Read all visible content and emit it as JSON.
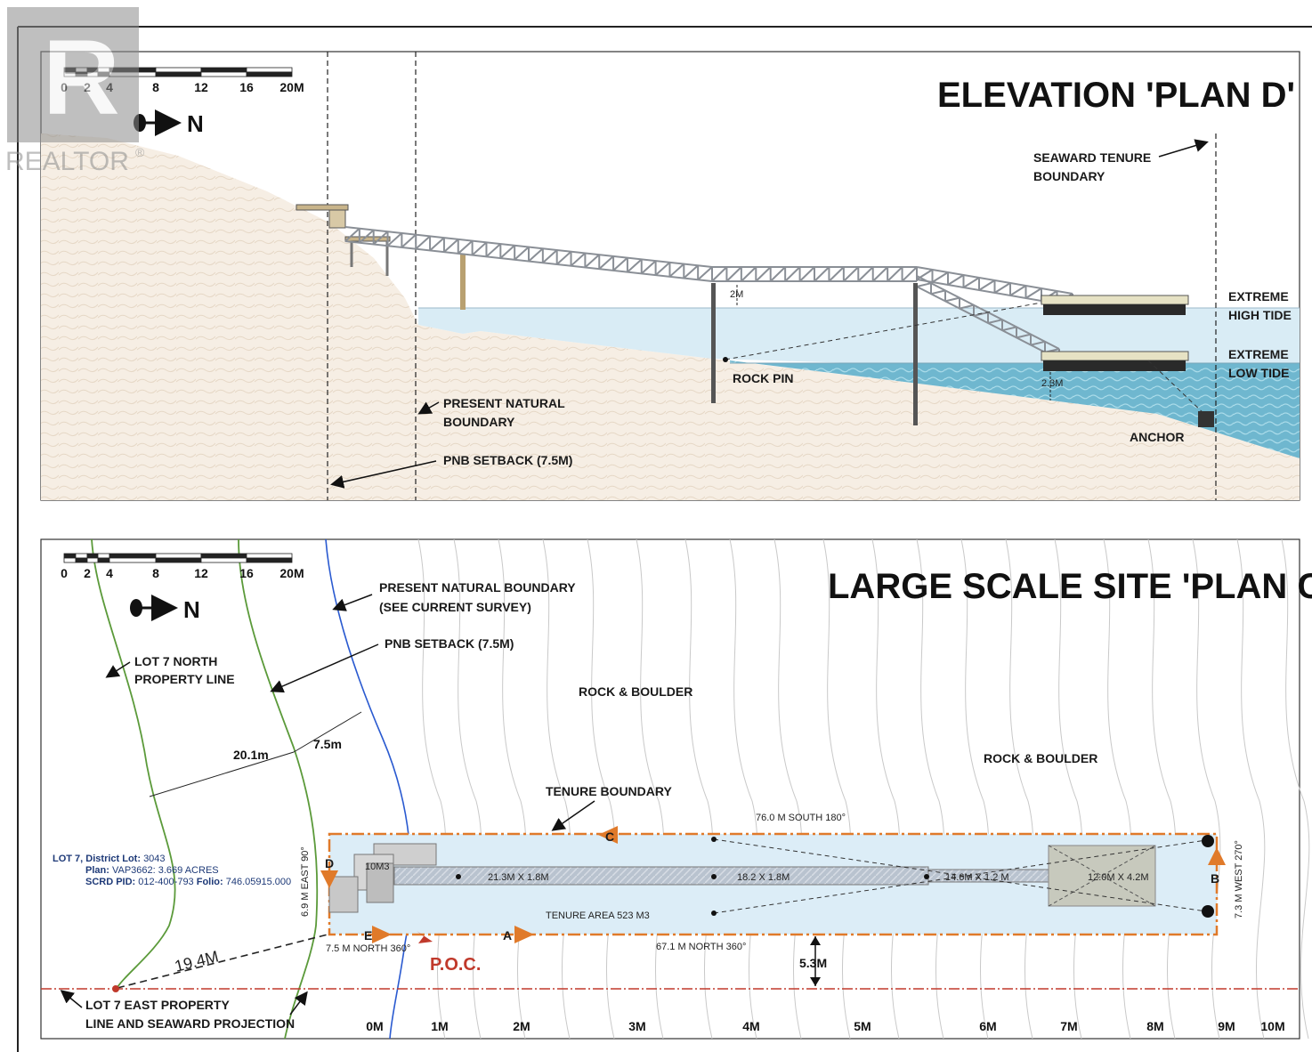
{
  "watermark": {
    "text": "REALTOR",
    "reg": "®"
  },
  "elevation": {
    "title": "ELEVATION 'PLAN D'",
    "scale_ticks": [
      "0",
      "2",
      "4",
      "8",
      "12",
      "16",
      "20M"
    ],
    "north": "N",
    "labels": {
      "seaward_1": "SEAWARD TENURE",
      "seaward_2": "BOUNDARY",
      "eht_1": "EXTREME",
      "eht_2": "HIGH TIDE",
      "elt_1": "EXTREME",
      "elt_2": "LOW TIDE",
      "rock_pin": "ROCK PIN",
      "anchor": "ANCHOR",
      "pnb_1": "PRESENT NATURAL",
      "pnb_2": "BOUNDARY",
      "setback": "PNB SETBACK (7.5M)",
      "dim_2m": "2M",
      "dim_23m": "2.3M"
    }
  },
  "site": {
    "title": "LARGE SCALE SITE 'PLAN C'",
    "scale_ticks": [
      "0",
      "2",
      "4",
      "8",
      "12",
      "16",
      "20M"
    ],
    "north": "N",
    "labels": {
      "pnb_1": "PRESENT NATURAL BOUNDARY",
      "pnb_2": "(SEE CURRENT SURVEY)",
      "setback": "PNB SETBACK (7.5M)",
      "lot7n_1": "LOT 7 NORTH",
      "lot7n_2": "PROPERTY LINE",
      "rock1": "ROCK & BOULDER",
      "rock2": "ROCK & BOULDER",
      "d201": "20.1m",
      "d75": "7.5m",
      "tenure_boundary": "TENURE BOUNDARY",
      "south": "76.0 M SOUTH 180°",
      "north_line": "67.1 M NORTH 360°",
      "north75": "7.5 M NORTH 360°",
      "east": "6.9 M EAST 90°",
      "west": "7.3 M WEST 270°",
      "tenure_area": "TENURE AREA 523 M3",
      "m10": "10M3",
      "s1": "21.3M X 1.8M",
      "s2": "18.2 X 1.8M",
      "s3": "14.6M X 1.2 M",
      "s4": "12.0M X 4.2M",
      "poc": "P.O.C.",
      "d53": "5.3M",
      "d194": "19.4M",
      "lot7e_1": "LOT 7 EAST PROPERTY",
      "lot7e_2": "LINE AND SEAWARD PROJECTION",
      "A": "A",
      "B": "B",
      "C": "C",
      "D": "D",
      "E": "E"
    },
    "lot_info": {
      "lot": "LOT 7",
      "district_label": ", District Lot: ",
      "district_value": "3043",
      "plan_label": "Plan:",
      "plan_value": " VAP3662: 3.669 ACRES",
      "pid_label": "SCRD PID:",
      "pid_value": " 012-400-793",
      "folio_label": " Folio:",
      "folio_value": " 746.05915.000"
    },
    "bottom_ticks": [
      "0M",
      "1M",
      "2M",
      "3M",
      "4M",
      "5M",
      "6M",
      "7M",
      "8M",
      "9M",
      "10M"
    ]
  },
  "colors": {
    "orange": "#e07a2a",
    "water_light": "#d9ecf5",
    "water_deep": "#7fc3d8",
    "sand": "#f6eee4",
    "red": "#c0392b",
    "green": "#5b9a3a",
    "blue": "#2a5ad0"
  }
}
